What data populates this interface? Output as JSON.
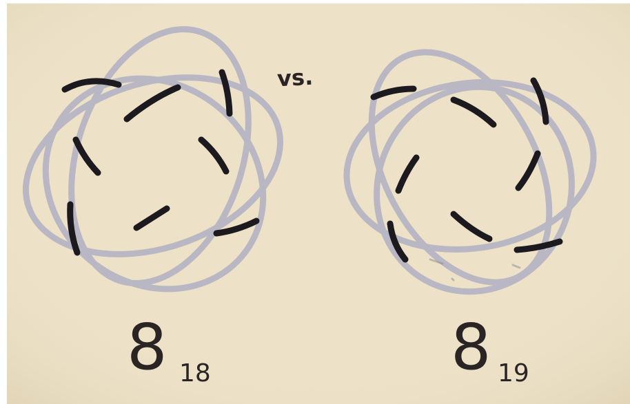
{
  "photo": {
    "description_text": {
      "vs": "vs.",
      "left_label_main": "8",
      "left_label_sub": "18",
      "right_label_main": "8",
      "right_label_sub": "19"
    },
    "colors": {
      "paper": "#ede2c8",
      "light_strand": "#b9b7c3",
      "dark_strand": "#1c1a1e",
      "ink": "#2a2424"
    }
  }
}
